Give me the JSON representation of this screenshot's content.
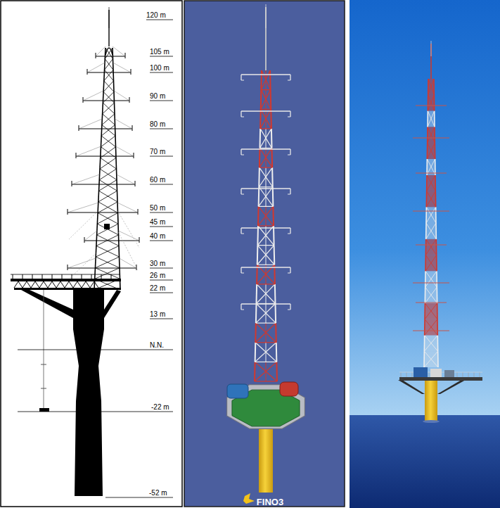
{
  "diagram": {
    "labels": [
      "120 m",
      "105 m",
      "100 m",
      "90 m",
      "80 m",
      "70 m",
      "60 m",
      "50 m",
      "45 m",
      "40 m",
      "30 m",
      "26 m",
      "22 m",
      "13 m",
      "N.N.",
      "-22 m",
      "-52 m",
      "FINO3"
    ]
  }
}
